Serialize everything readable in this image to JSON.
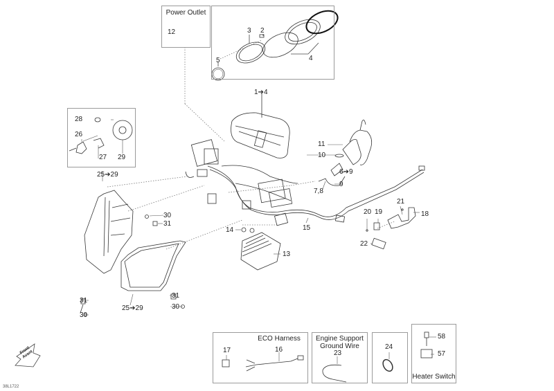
{
  "diagram": {
    "code": "38L1722",
    "direction_arrow": {
      "line1": "Front",
      "line2": "Avant"
    },
    "boxes": {
      "power_outlet": {
        "title": "Power Outlet",
        "parts": [
          "12"
        ]
      },
      "gauge_cluster": {
        "parts": [
          "2",
          "3",
          "4",
          "5"
        ],
        "callout": "1➔4"
      },
      "headlamp_kit": {
        "parts": [
          "26",
          "27",
          "28",
          "29"
        ],
        "callout": "25➔29"
      },
      "eco_harness": {
        "title": "ECO Harness",
        "parts": [
          "17",
          "16"
        ]
      },
      "ground_wire": {
        "title_line1": "Engine Support",
        "title_line2": "Ground Wire",
        "parts": [
          "23"
        ]
      },
      "grommet": {
        "parts": [
          "24"
        ]
      },
      "heater_switch": {
        "title": "Heater Switch",
        "parts": [
          "58",
          "57"
        ]
      }
    },
    "labels": {
      "l12": "12",
      "l3": "3",
      "l2": "2",
      "l4": "4",
      "l5": "5",
      "l1to4": "1➔4",
      "l28": "28",
      "l26": "26",
      "l27": "27",
      "l29": "29",
      "l25to29a": "25➔29",
      "l11": "11",
      "l10": "10",
      "l6to9": "6➔9",
      "l9": "9",
      "l78": "7,8",
      "l21": "21",
      "l20": "20",
      "l19": "19",
      "l18": "18",
      "l22": "22",
      "l15": "15",
      "l14": "14",
      "l13": "13",
      "l30a": "30",
      "l31a": "31",
      "l31b": "31",
      "l30b": "30",
      "l31c": "31",
      "l30c": "30",
      "l25to29b": "25➔29",
      "l17": "17",
      "l16": "16",
      "l23": "23",
      "l24": "24",
      "l58": "58",
      "l57": "57"
    }
  }
}
